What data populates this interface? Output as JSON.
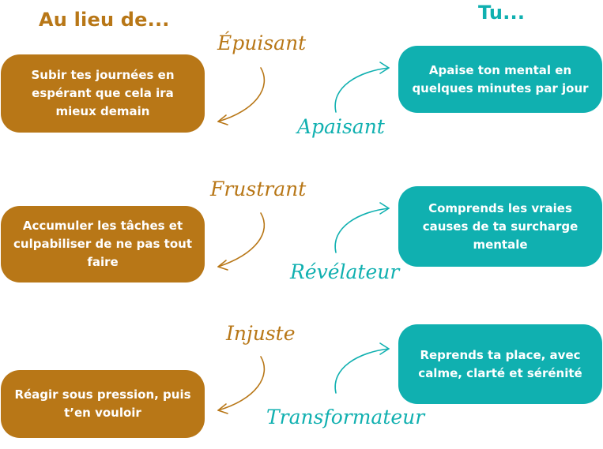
{
  "headings": {
    "left": "Au lieu de...",
    "right": "Tu..."
  },
  "rows": [
    {
      "instead": "Subir tes journées en espérant que cela ira mieux demain",
      "instead_word": "Épuisant",
      "you": "Apaise ton mental en quelques minutes par jour",
      "you_word": "Apaisant"
    },
    {
      "instead": "Accumuler les tâches et culpabiliser de ne pas tout faire",
      "instead_word": "Frustrant",
      "you": "Comprends les vraies causes de ta surcharge mentale",
      "you_word": "Révélateur"
    },
    {
      "instead": "Réagir sous pression, puis t’en vouloir",
      "instead_word": "Injuste",
      "you": "Reprends ta place, avec calme, clarté et sérénité",
      "you_word": "Transformateur"
    }
  ],
  "colors": {
    "brown": "#b87717",
    "teal": "#10b0b0"
  },
  "icons": {
    "left_arrow": "curved-arrow-down-left-icon",
    "right_arrow": "curved-arrow-up-right-icon"
  }
}
